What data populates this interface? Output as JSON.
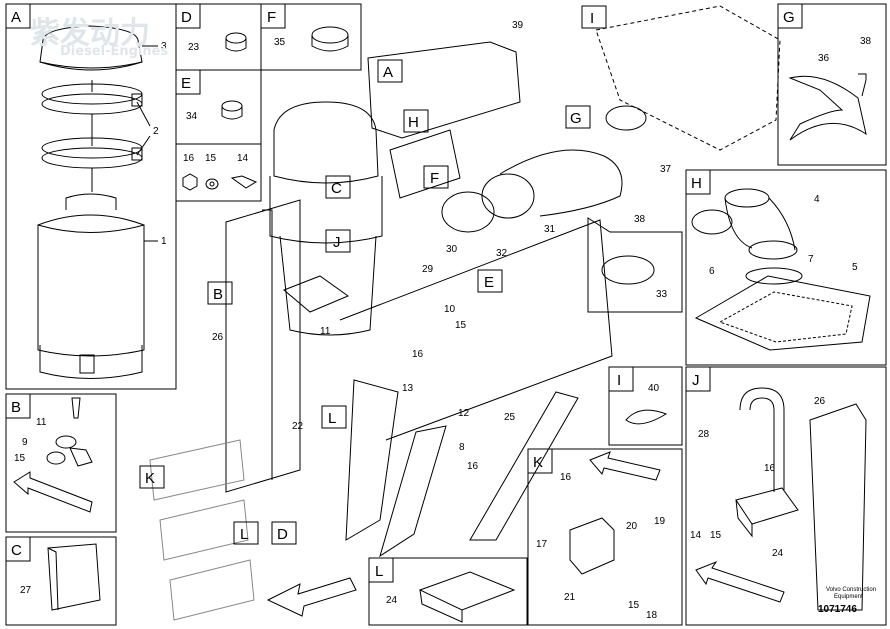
{
  "watermark": {
    "cn": "紫发动力",
    "en": "Diesel-Engines"
  },
  "panels": {
    "A": "A",
    "B": "B",
    "C": "C",
    "D": "D",
    "E": "E",
    "F": "F",
    "G": "G",
    "H": "H",
    "I": "I",
    "J": "J",
    "K": "K",
    "L": "L"
  },
  "callouts": {
    "A": "A",
    "B": "B",
    "C": "C",
    "D": "D",
    "E": "E",
    "F": "F",
    "G": "G",
    "H": "H",
    "I": "I",
    "J": "J",
    "K": "K",
    "L1": "L",
    "L2": "L"
  },
  "parts": {
    "p1": "1",
    "p2": "2",
    "p3": "3",
    "p4": "4",
    "p5": "5",
    "p6": "6",
    "p7": "7",
    "p8": "8",
    "p9": "9",
    "p10": "10",
    "p11": "11",
    "p12": "12",
    "p13": "13",
    "p14": "14",
    "p15": "15",
    "p16": "16",
    "p17": "17",
    "p18": "18",
    "p19": "19",
    "p20": "20",
    "p21": "21",
    "p22": "22",
    "p23": "23",
    "p24": "24",
    "p25": "25",
    "p26": "26",
    "p27": "27",
    "p28": "28",
    "p29": "29",
    "p30": "30",
    "p31": "31",
    "p32": "32",
    "p33": "33",
    "p34": "34",
    "p35": "35",
    "p36": "36",
    "p37": "37",
    "p38": "38",
    "p39": "39",
    "p40": "40"
  },
  "stamp": {
    "line1": "Volvo Construction",
    "line2": "Equipment",
    "number": "1071746"
  }
}
